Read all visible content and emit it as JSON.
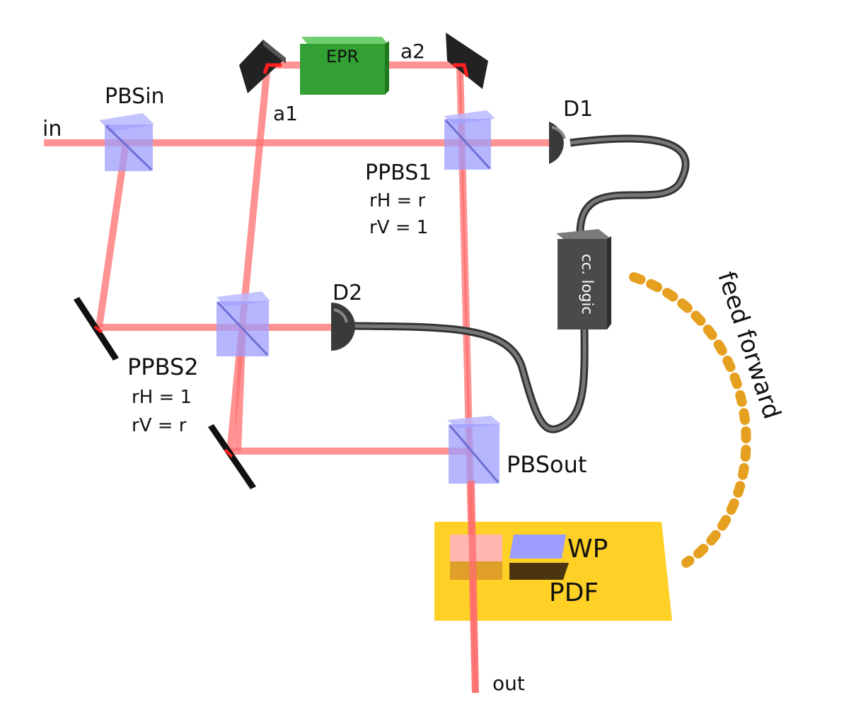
{
  "labels": {
    "input": "in",
    "output": "out",
    "pbs_in": "PBSin",
    "pbs_out": "PBSout",
    "ppbs1": "PPBS1",
    "ppbs1_rh": "rH = r",
    "ppbs1_rv": "rV = 1",
    "ppbs2": "PPBS2",
    "ppbs2_rh": "rH = 1",
    "ppbs2_rv": "rV = r",
    "epr": "EPR",
    "mode_a1": "a1",
    "mode_a2": "a2",
    "detector1": "D1",
    "detector2": "D2",
    "logic": "cc. logic",
    "feed_forward": "feed forward",
    "waveplate": "WP",
    "pdf": "PDF"
  },
  "colors": {
    "beam": "#ff6f6f",
    "cube": "#9d9dff",
    "epr": "#3aa63a",
    "detector": "#444444",
    "cable": "#555555",
    "logic_box": "#4a4a4a",
    "feed_forward": "#e6a020",
    "plate": "#ffc800"
  }
}
